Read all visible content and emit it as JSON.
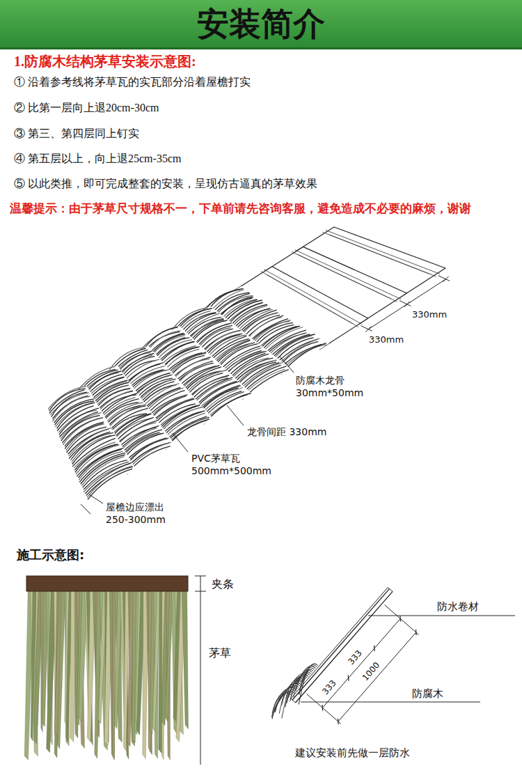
{
  "diagram": {
    "title": "安装简介",
    "labels": [
      "1.防腐木结构茅草安装示意图:",
      "① 沿着参考线将茅草瓦的实瓦部分沿着屋檐打实",
      "② 比第一层向上退20cm-30cm",
      "③ 第三、第四层同上钉实",
      "④ 第五层以上，向上退25cm-35cm",
      "⑤ 以此类推，即可完成整套的安装，呈现仿古逼真的茅草效果",
      "温馨提示：由于茅草尺寸规格不一，下单前请先咨询客服，避免造成不必要的麻烦，谢谢",
      "330mm",
      "330mm",
      "防腐木龙骨 30mm*50mm",
      "龙骨间距 330mm",
      "PVC茅草瓦 500mm*500mm",
      "屋檐边应漂出 250-300mm",
      "施工示意图:",
      "夹条",
      "茅草",
      "防水卷材",
      "333",
      "333",
      "1000",
      "防腐木",
      "建议安装前先做一层防水"
    ]
  }
}
